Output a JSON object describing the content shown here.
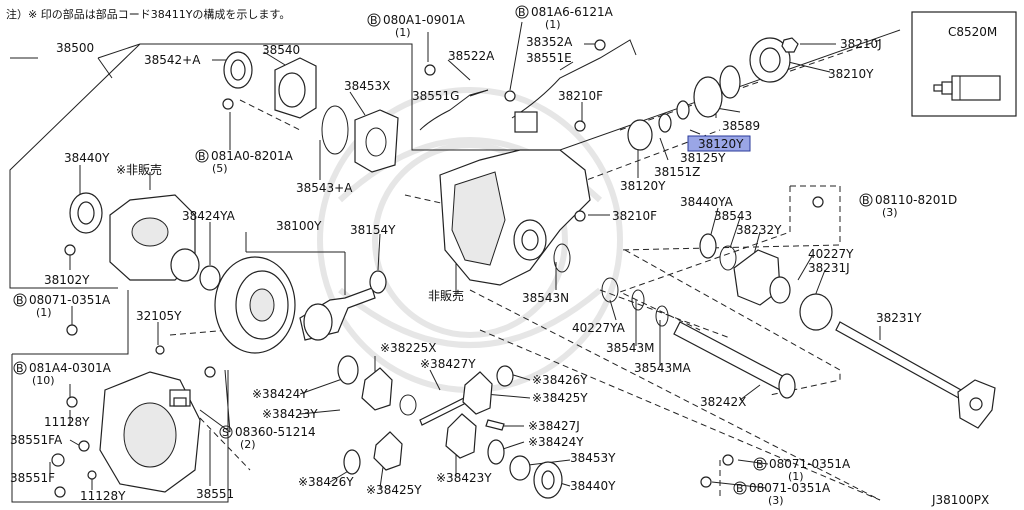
{
  "header_note": "注）※ 印の部品は部品コード38411Yの構成を示します。",
  "diagram_code": "J38100PX",
  "inset": {
    "title": "C8520M"
  },
  "highlight_color": "#9aa6e6",
  "labels": {
    "l38500": "38500",
    "l38542a": "38542+A",
    "l38540": "38540",
    "l080a1": "080A1-0901A",
    "l080a1q": "(1)",
    "l081a6": "081A6-6121A",
    "l081a6q": "(1)",
    "l38352a": "38352A",
    "l38522a": "38522A",
    "l38551e": "38551E",
    "l38210j": "38210J",
    "l38210y_top": "38210Y",
    "l38453x": "38453X",
    "l38551g": "38551G",
    "l38210f_top": "38210F",
    "l38589": "38589",
    "l38120y_hl": "38120Y",
    "l38125y": "38125Y",
    "l38151z": "38151Z",
    "l38120y": "38120Y",
    "l081a0": "081A0-8201A",
    "l081a0q": "(5)",
    "l38440y_left": "38440Y",
    "l_nonsale1": "※非販売",
    "l38543a": "38543+A",
    "l38424ya": "38424YA",
    "l38100y": "38100Y",
    "l38154y": "38154Y",
    "l38102y": "38102Y",
    "l08110": "08110-8201D",
    "l08110q": "(3)",
    "l38440ya": "38440YA",
    "l38543": "38543",
    "l38232y": "38232Y",
    "l38210f_mid": "38210F",
    "l40227y": "40227Y",
    "l38231j": "38231J",
    "l08071_top": "08071-0351A",
    "l08071_topq": "(1)",
    "l32105y": "32105Y",
    "l_nonsale2": "非販売",
    "l38543n": "38543N",
    "l40227ya": "40227YA",
    "l38543m": "38543M",
    "l38543ma": "38543MA",
    "l38231y": "38231Y",
    "l081a4": "081A4-0301A",
    "l081a4q": "(10)",
    "l38225x": "※38225X",
    "l38424y_a": "※38424Y",
    "l38427y": "※38427Y",
    "l38426y_a": "※38426Y",
    "l38425y_a": "※38425Y",
    "l38423y_a": "※38423Y",
    "l38242x": "38242X",
    "l11128y_a": "11128Y",
    "l08360": "08360-51214",
    "l08360q": "(2)",
    "l38427j": "※38427J",
    "l38424y_b": "※38424Y",
    "l38551fa": "38551FA",
    "l38453y": "38453Y",
    "l38551f": "38551F",
    "l11128y_b": "11128Y",
    "l38551": "38551",
    "l38426y_b": "※38426Y",
    "l38425y_b": "※38425Y",
    "l38423y_b": "※38423Y",
    "l38440y_bot": "38440Y",
    "l08071_b1": "08071-0351A",
    "l08071_b1q": "(1)",
    "l08071_b2": "08071-0351A",
    "l08071_b2q": "(3)"
  }
}
